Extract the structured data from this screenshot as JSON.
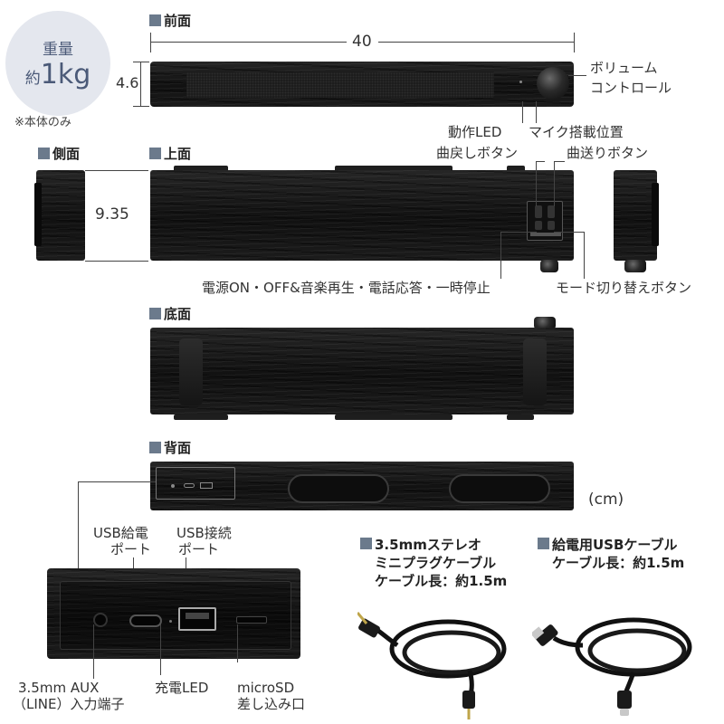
{
  "weight": {
    "line1": "重量",
    "line2_prefix": "約",
    "line2_value": "1kg",
    "note": "※本体のみ"
  },
  "sections": {
    "front": "前面",
    "side": "側面",
    "top": "上面",
    "bottom": "底面",
    "back": "背面"
  },
  "dimensions": {
    "width": "40",
    "height": "4.6",
    "depth": "9.35",
    "unit": "(cm)"
  },
  "front_callouts": {
    "volume": [
      "ボリューム",
      "コントロール"
    ],
    "led": "動作LED",
    "mic": "マイク搭載位置"
  },
  "top_callouts": {
    "prev": "曲戻しボタン",
    "next": "曲送りボタン",
    "power": "電源ON・OFF&音楽再生・電話応答・一時停止",
    "mode": "モード切り替えボタン"
  },
  "back_callouts": {
    "usb_power": [
      "USB給電",
      "ポート"
    ],
    "usb_conn": [
      "USB接続",
      "ポート"
    ],
    "aux": [
      "3.5mm AUX",
      "（LINE）入力端子"
    ],
    "charge_led": "充電LED",
    "microsd": [
      "microSD",
      "差し込み口"
    ]
  },
  "cables": {
    "stereo": {
      "line1": "3.5mmステレオ",
      "line2": "ミニプラグケーブル",
      "line3": "ケーブル長：約1.5m"
    },
    "usb": {
      "line1": "給電用USBケーブル",
      "line2": "ケーブル長：約1.5m"
    }
  }
}
